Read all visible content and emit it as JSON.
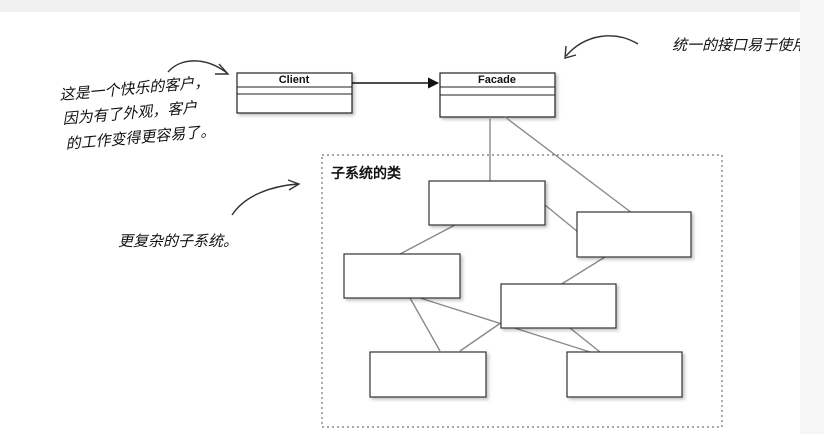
{
  "diagram": {
    "client_label": "Client",
    "facade_label": "Facade",
    "subsystem_title": "子系统的类",
    "note_client_lines": [
      "这是一个快乐的客户，",
      "因为有了外观，客户",
      "的工作变得更容易了。"
    ],
    "note_facade": "统一的接口易于使用。",
    "note_subsystem": "更复杂的子系统。"
  }
}
